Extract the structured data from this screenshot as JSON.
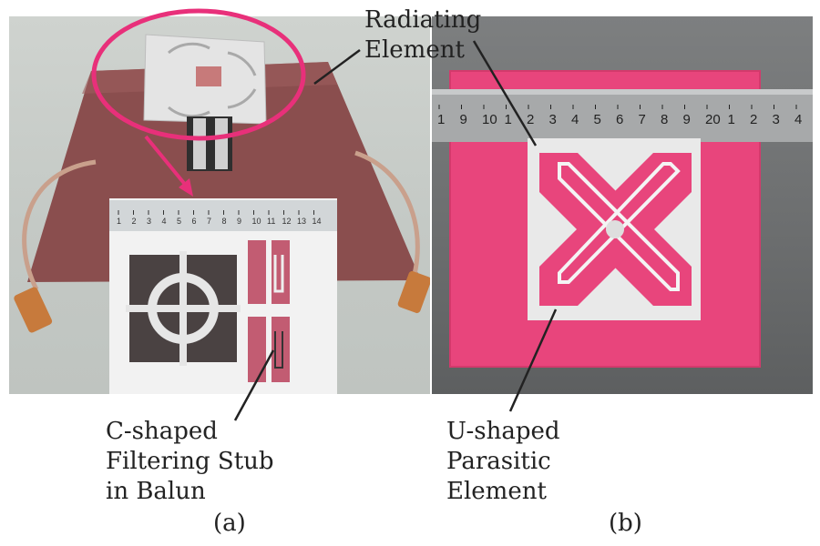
{
  "photo_a": {
    "callout_top": [
      "Radiating",
      "Element"
    ],
    "callout_bottom": [
      "C-shaped",
      "Filtering Stub",
      "in Balun"
    ],
    "caption": "(a)",
    "ruler_ticks": [
      "1",
      "2",
      "3",
      "4",
      "5",
      "6",
      "7",
      "8",
      "9",
      "10",
      "11",
      "12",
      "13",
      "14"
    ]
  },
  "photo_b": {
    "callout": [
      "U-shaped",
      "Parasitic",
      "Element"
    ],
    "caption": "(b)",
    "ruler_ticks": [
      "1",
      "9",
      "10",
      "1",
      "2",
      "3",
      "4",
      "5",
      "6",
      "7",
      "8",
      "9",
      "20",
      "1",
      "2",
      "3",
      "4"
    ]
  },
  "colors": {
    "highlight_ellipse": "#e8307a",
    "board_brown": "#8a4e4e",
    "pcb_pink": "#e8457c",
    "metal": "#dcdcdc",
    "connector": "#c77a3c"
  }
}
